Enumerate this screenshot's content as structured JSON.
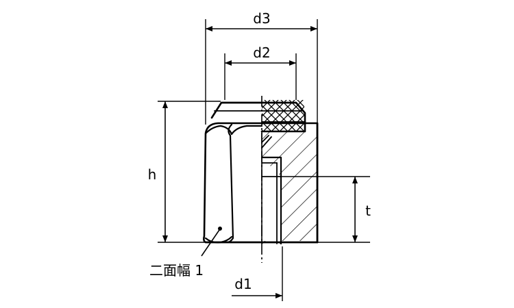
{
  "labels": {
    "d3": "d3",
    "d2": "d2",
    "h": "h",
    "t": "t",
    "d1": "d1",
    "width_across_flats": "二面幅 1"
  }
}
